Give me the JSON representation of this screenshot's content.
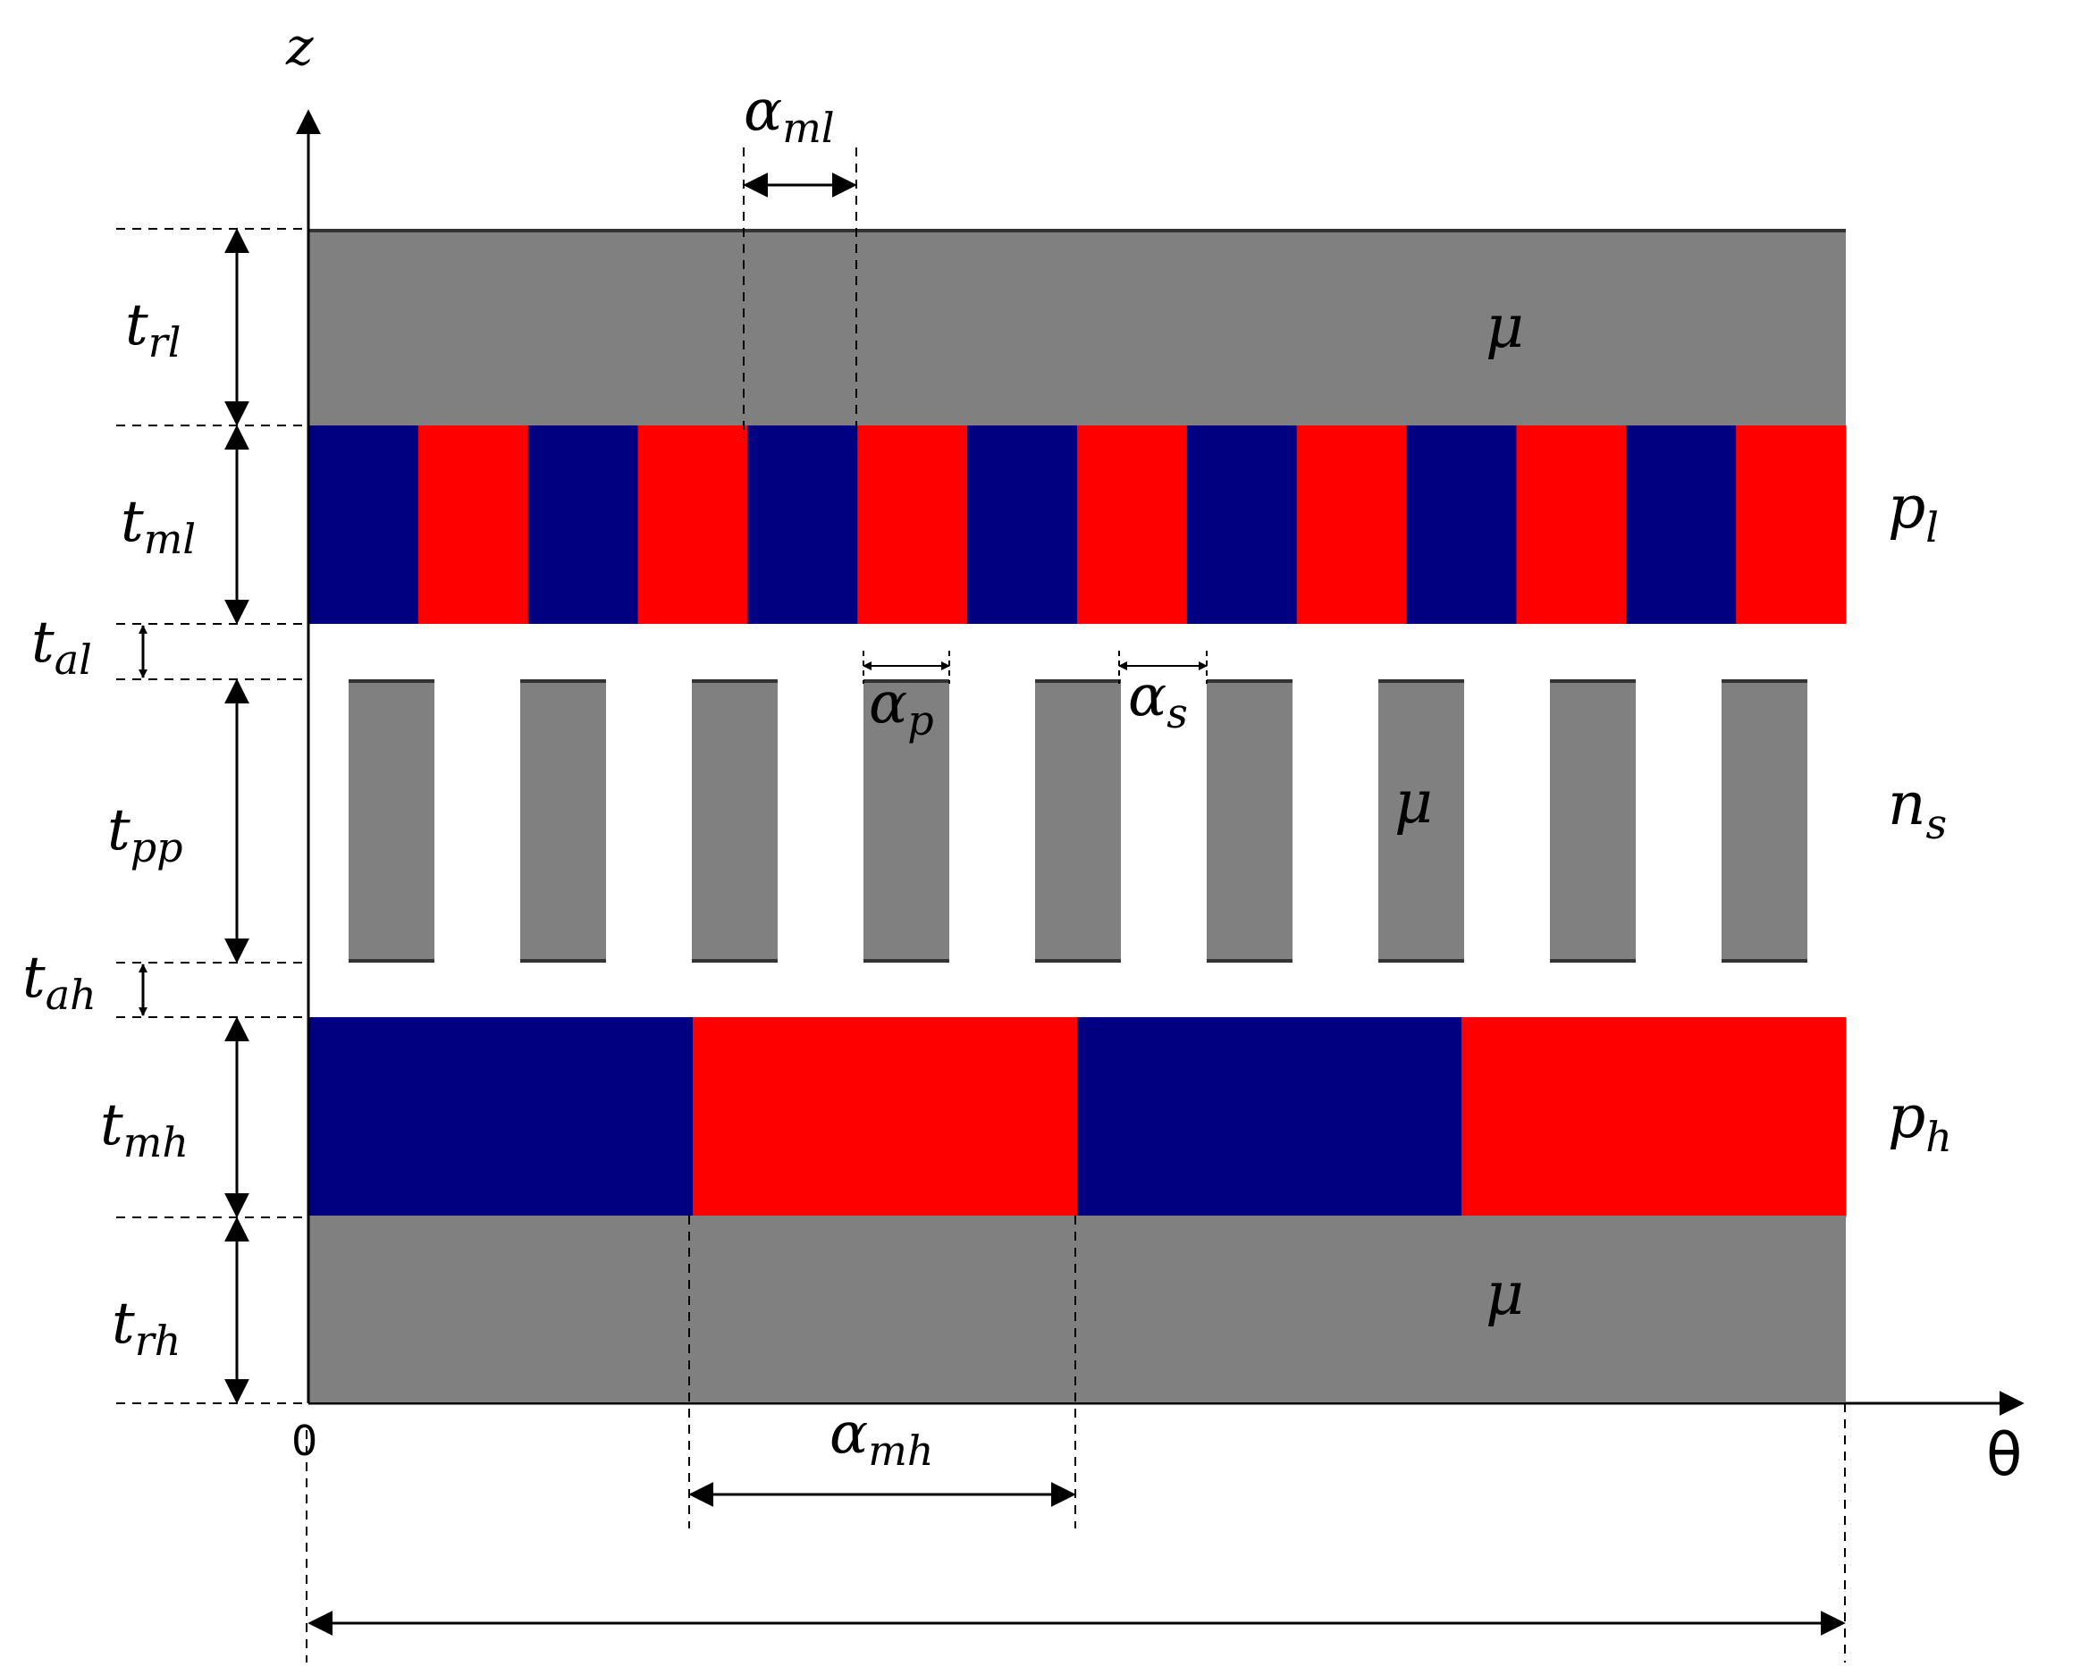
{
  "axes": {
    "z": "z",
    "theta": "θ",
    "origin": "0"
  },
  "regions": {
    "rotor_low": {
      "material": "μ"
    },
    "magnets_low": {
      "label": "p",
      "sub": "l"
    },
    "pole_pieces": {
      "material": "μ",
      "label": "n",
      "sub": "s"
    },
    "magnets_high": {
      "label": "p",
      "sub": "h"
    },
    "rotor_high": {
      "material": "μ"
    }
  },
  "thickness_labels": [
    {
      "id": "t-rl",
      "main": "t",
      "sub": "rl"
    },
    {
      "id": "t-ml",
      "main": "t",
      "sub": "ml"
    },
    {
      "id": "t-al",
      "main": "t",
      "sub": "al"
    },
    {
      "id": "t-pp",
      "main": "t",
      "sub": "pp"
    },
    {
      "id": "t-ah",
      "main": "t",
      "sub": "ah"
    },
    {
      "id": "t-mh",
      "main": "t",
      "sub": "mh"
    },
    {
      "id": "t-rh",
      "main": "t",
      "sub": "rh"
    }
  ],
  "angle_labels": [
    {
      "id": "alpha-ml",
      "main": "α",
      "sub": "ml"
    },
    {
      "id": "alpha-p",
      "main": "α",
      "sub": "p"
    },
    {
      "id": "alpha-s",
      "main": "α",
      "sub": "s"
    },
    {
      "id": "alpha-mh",
      "main": "α",
      "sub": "mh"
    }
  ],
  "colors": {
    "iron": "#808080",
    "magnet_north": "#000080",
    "magnet_south": "#ff0000",
    "line": "#000000"
  },
  "counts": {
    "low_magnets": 14,
    "high_magnets": 4,
    "pole_pieces": 9
  }
}
